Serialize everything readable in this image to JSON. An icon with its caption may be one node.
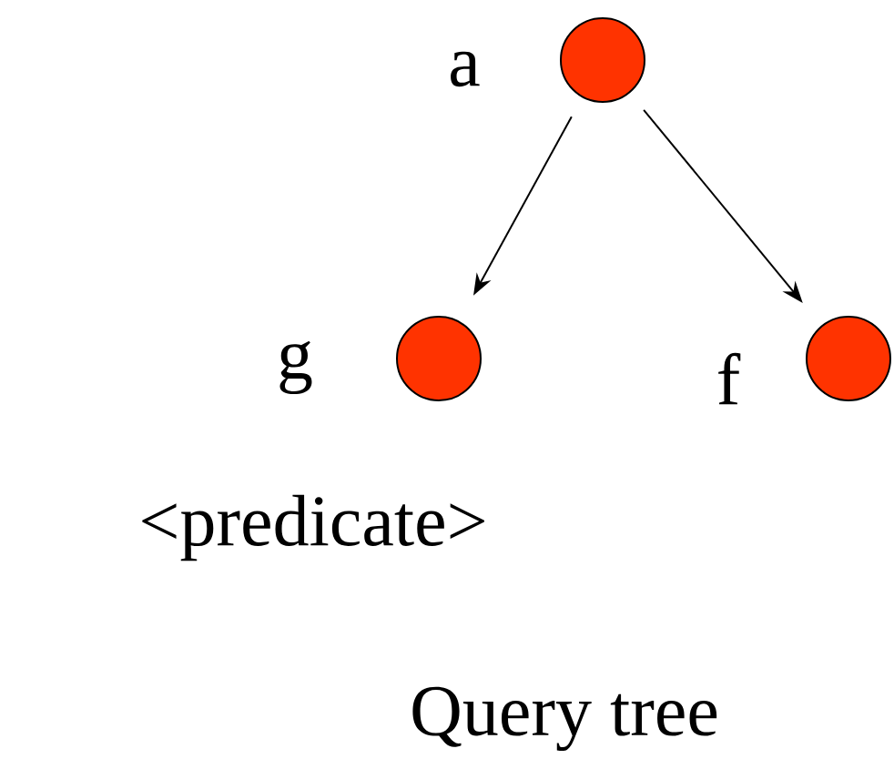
{
  "diagram": {
    "caption": "Query tree",
    "nodes": [
      {
        "text": [],
        "shape": "circle",
        "beside": [
          "a"
        ]
      },
      {
        "text": [],
        "shape": "circle",
        "beside": [
          "g"
        ]
      },
      {
        "text": [],
        "shape": "circle",
        "beside": [
          "f"
        ]
      }
    ],
    "edges": [
      {
        "from": 0,
        "to": 1,
        "arrow": "to"
      },
      {
        "from": 0,
        "to": 2,
        "arrow": "to"
      }
    ],
    "labels": [
      "<predicate>"
    ]
  }
}
